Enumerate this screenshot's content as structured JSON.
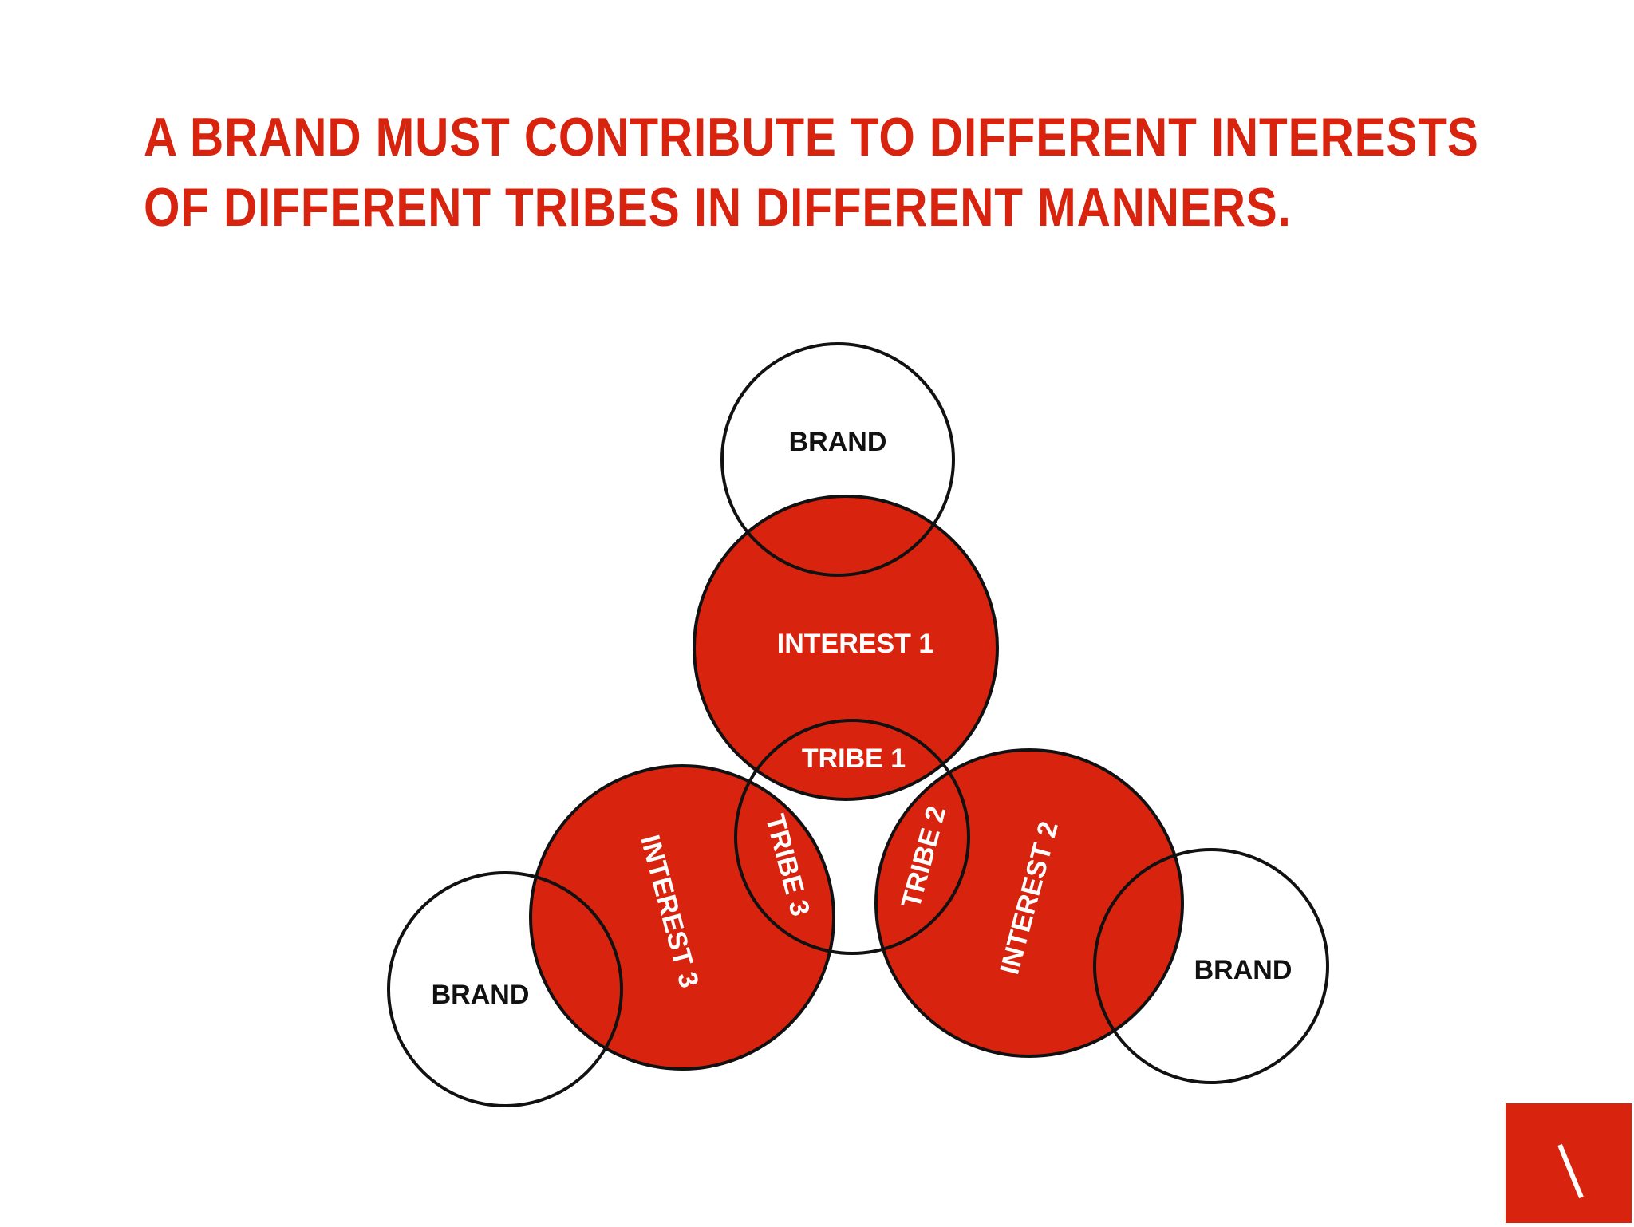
{
  "headline": {
    "line1": "A BRAND MUST CONTRIBUTE TO DIFFERENT INTERESTS",
    "line2": "OF DIFFERENT TRIBES IN DIFFERENT MANNERS."
  },
  "diagram": {
    "brand_top": "BRAND",
    "brand_left": "BRAND",
    "brand_right": "BRAND",
    "interest_1": "INTEREST 1",
    "interest_2": "INTEREST 2",
    "interest_3": "INTEREST 3",
    "tribe_1": "TRIBE 1",
    "tribe_2": "TRIBE 2",
    "tribe_3": "TRIBE 3"
  },
  "colors": {
    "accent": "#d8230f",
    "outline": "#111111",
    "background": "#ffffff"
  },
  "corner_mark": {
    "icon": "backslash-logo-icon"
  }
}
